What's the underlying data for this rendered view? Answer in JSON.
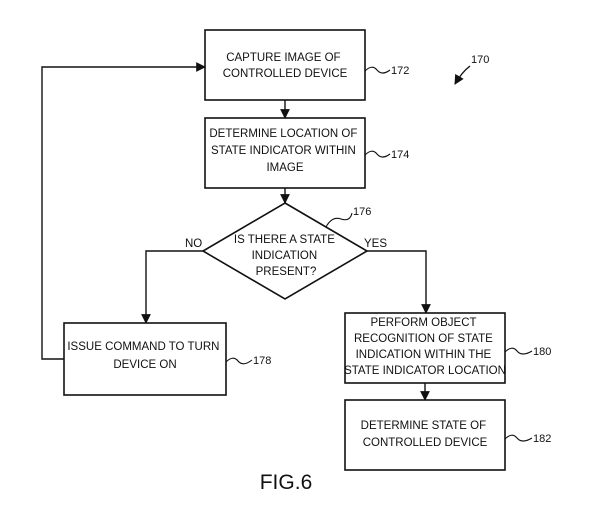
{
  "diagram": {
    "ref": "170",
    "figure_label": "FIG.6",
    "steps": {
      "capture": {
        "lines": [
          "CAPTURE IMAGE OF",
          "CONTROLLED DEVICE"
        ],
        "ref": "172"
      },
      "determine_location": {
        "lines": [
          "DETERMINE LOCATION OF",
          "STATE INDICATOR WITHIN",
          "IMAGE"
        ],
        "ref": "174"
      },
      "decision": {
        "lines": [
          "IS THERE A STATE",
          "INDICATION",
          "PRESENT?"
        ],
        "ref": "176"
      },
      "issue_command": {
        "lines": [
          "ISSUE COMMAND TO TURN",
          "DEVICE ON"
        ],
        "ref": "178"
      },
      "object_recognition": {
        "lines": [
          "PERFORM OBJECT",
          "RECOGNITION OF STATE",
          "INDICATION WITHIN THE",
          "STATE INDICATOR LOCATION"
        ],
        "ref": "180"
      },
      "determine_state": {
        "lines": [
          "DETERMINE STATE OF",
          "CONTROLLED DEVICE"
        ],
        "ref": "182"
      }
    },
    "branches": {
      "no": "NO",
      "yes": "YES"
    }
  }
}
